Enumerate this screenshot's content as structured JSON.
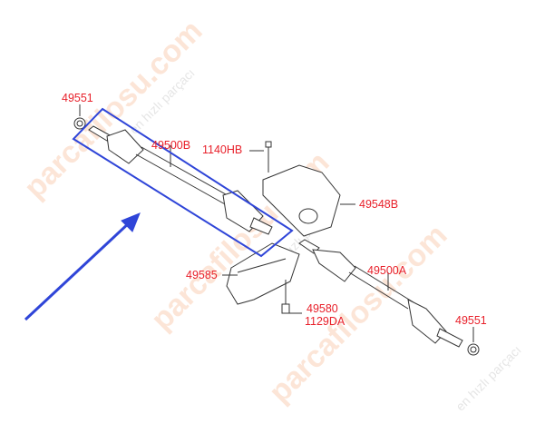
{
  "watermark": {
    "brand": "parcafilosu.com",
    "tagline": "en hızlı parçacı"
  },
  "labels": {
    "nut_left": "49551",
    "shaft_left": "49500B",
    "bolt_top": "1140HB",
    "bracket": "49548B",
    "cover": "49585",
    "shaft_right": "49500A",
    "bolt_bottom_1": "49580",
    "bolt_bottom_2": "1129DA",
    "nut_right": "49551"
  },
  "colors": {
    "label": "#e8202a",
    "highlight": "#2f45d8",
    "line": "#333333"
  }
}
